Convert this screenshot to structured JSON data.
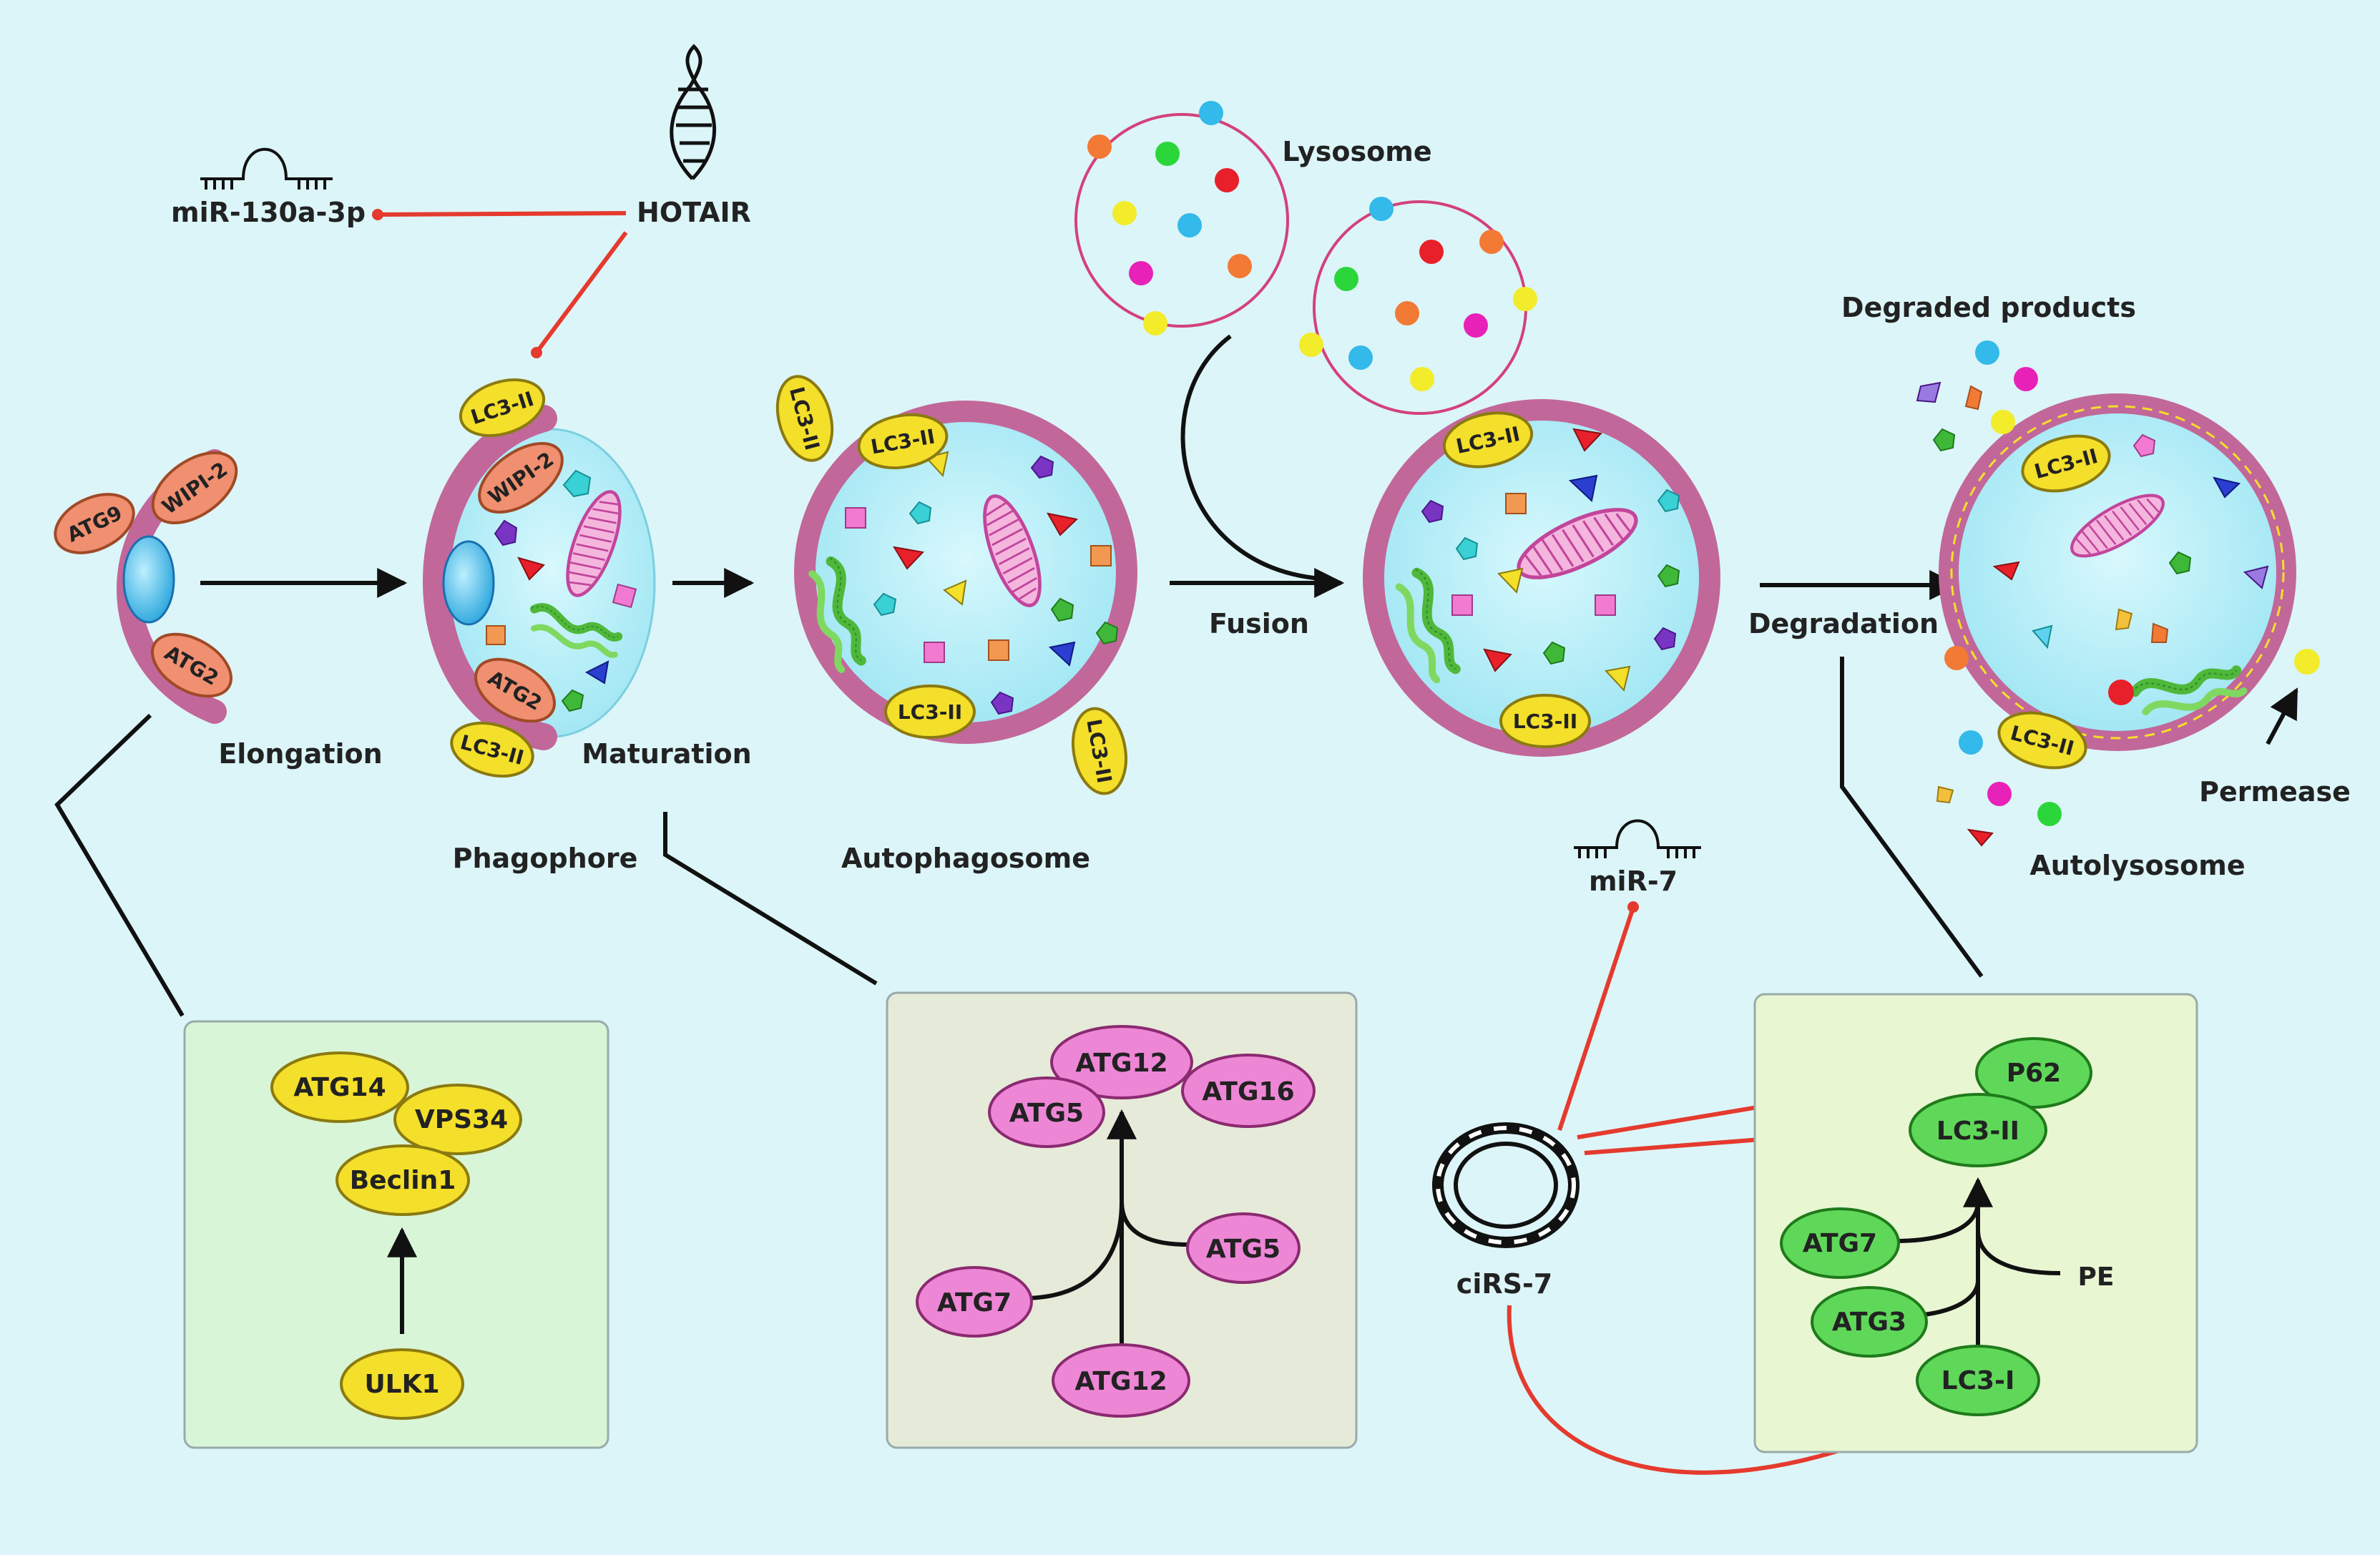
{
  "labels": {
    "elongation": "Elongation",
    "maturation": "Maturation",
    "phagophore": "Phagophore",
    "autophagosome": "Autophagosome",
    "fusion": "Fusion",
    "lysosome": "Lysosome",
    "degradation": "Degradation",
    "degraded_products": "Degraded products",
    "autolysosome": "Autolysosome",
    "permease": "Permease"
  },
  "ncrna": {
    "mir130": "miR-130a-3p",
    "hotair": "HOTAIR",
    "mir7": "miR-7",
    "cirs7": "ciRS-7"
  },
  "membrane_proteins": {
    "atg9": "ATG9",
    "wipi2": "WIPI-2",
    "atg2": "ATG2",
    "lc3ii": "LC3-II"
  },
  "box1": {
    "atg14": "ATG14",
    "vps34": "VPS34",
    "beclin1": "Beclin1",
    "ulk1": "ULK1"
  },
  "box2": {
    "atg12_top": "ATG12",
    "atg5_top": "ATG5",
    "atg16": "ATG16",
    "atg7": "ATG7",
    "atg5_right": "ATG5",
    "atg12_bottom": "ATG12"
  },
  "box3": {
    "p62": "P62",
    "lc3ii": "LC3-II",
    "atg7": "ATG7",
    "atg3": "ATG3",
    "pe": "PE",
    "lc3i": "LC3-I"
  },
  "colors": {
    "background": "#dcf5f8",
    "membrane": "#c2679a",
    "lumen": "#b6eef8",
    "yellow_protein": "#f4df2a",
    "pink_protein": "#ee86d6",
    "green_protein": "#5fd85a",
    "orange_protein": "#f09070",
    "inhibition": "#e53a2e",
    "box1_fill": "#d9f5d7",
    "box2_fill": "#e6ead9",
    "box3_fill": "#e8f6d2"
  }
}
